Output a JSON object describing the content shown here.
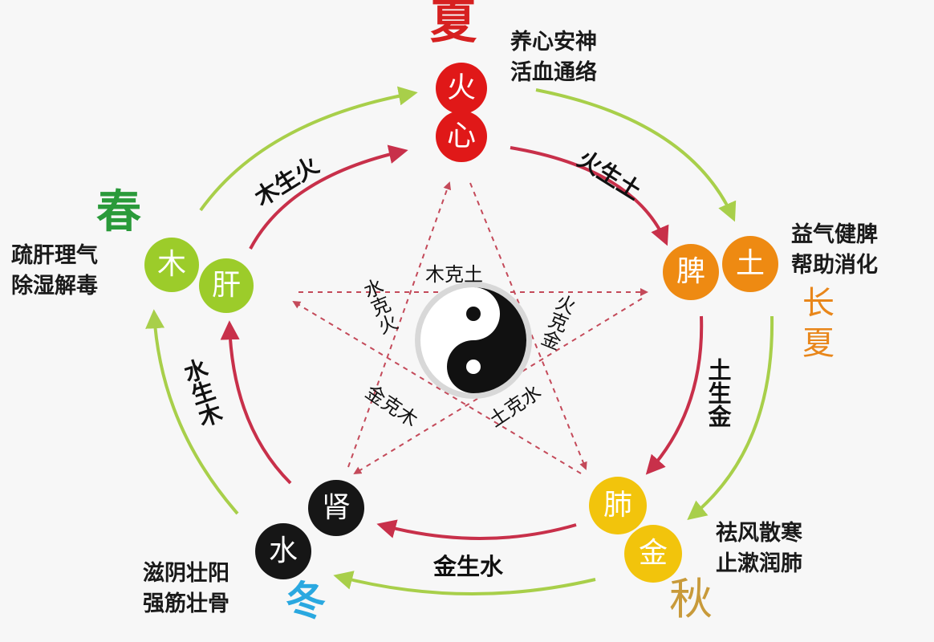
{
  "seasons": {
    "summer": "夏",
    "spring": "春",
    "late_summer_1": "长",
    "late_summer_2": "夏",
    "autumn": "秋",
    "winter": "冬"
  },
  "elements": {
    "fire": "火",
    "wood": "木",
    "earth": "土",
    "metal": "金",
    "water": "水"
  },
  "organs": {
    "heart": "心",
    "liver": "肝",
    "spleen": "脾",
    "lung": "肺",
    "kidney": "肾"
  },
  "notes": {
    "fire": [
      "养心安神",
      "活血通络"
    ],
    "wood": [
      "疏肝理气",
      "除湿解毒"
    ],
    "earth": [
      "益气健脾",
      "帮助消化"
    ],
    "metal": [
      "祛风散寒",
      "止漱润肺"
    ],
    "water": [
      "滋阴壮阳",
      "强筋壮骨"
    ]
  },
  "generating": {
    "wood_fire": "木生火",
    "fire_earth": "火生土",
    "earth_metal": "土生金",
    "metal_water": "金生水",
    "water_wood": "水生木"
  },
  "controlling": {
    "wood_earth": "木克土",
    "water_fire": "水克火",
    "fire_metal": "火克金",
    "metal_wood": "金克木",
    "earth_water": "土克水"
  },
  "colors": {
    "fire": "#e01818",
    "wood": "#9ccc2a",
    "earth": "#ee8a12",
    "metal": "#f2c40c",
    "water": "#161616",
    "outer_arrow": "#a8cf4a",
    "inner_arrow": "#c8304a",
    "star_line": "#c44a5a",
    "late_summer": "#e8861a",
    "autumn": "#c89a3a",
    "winter": "#2aa8e0",
    "spring": "#2a9a3a"
  }
}
